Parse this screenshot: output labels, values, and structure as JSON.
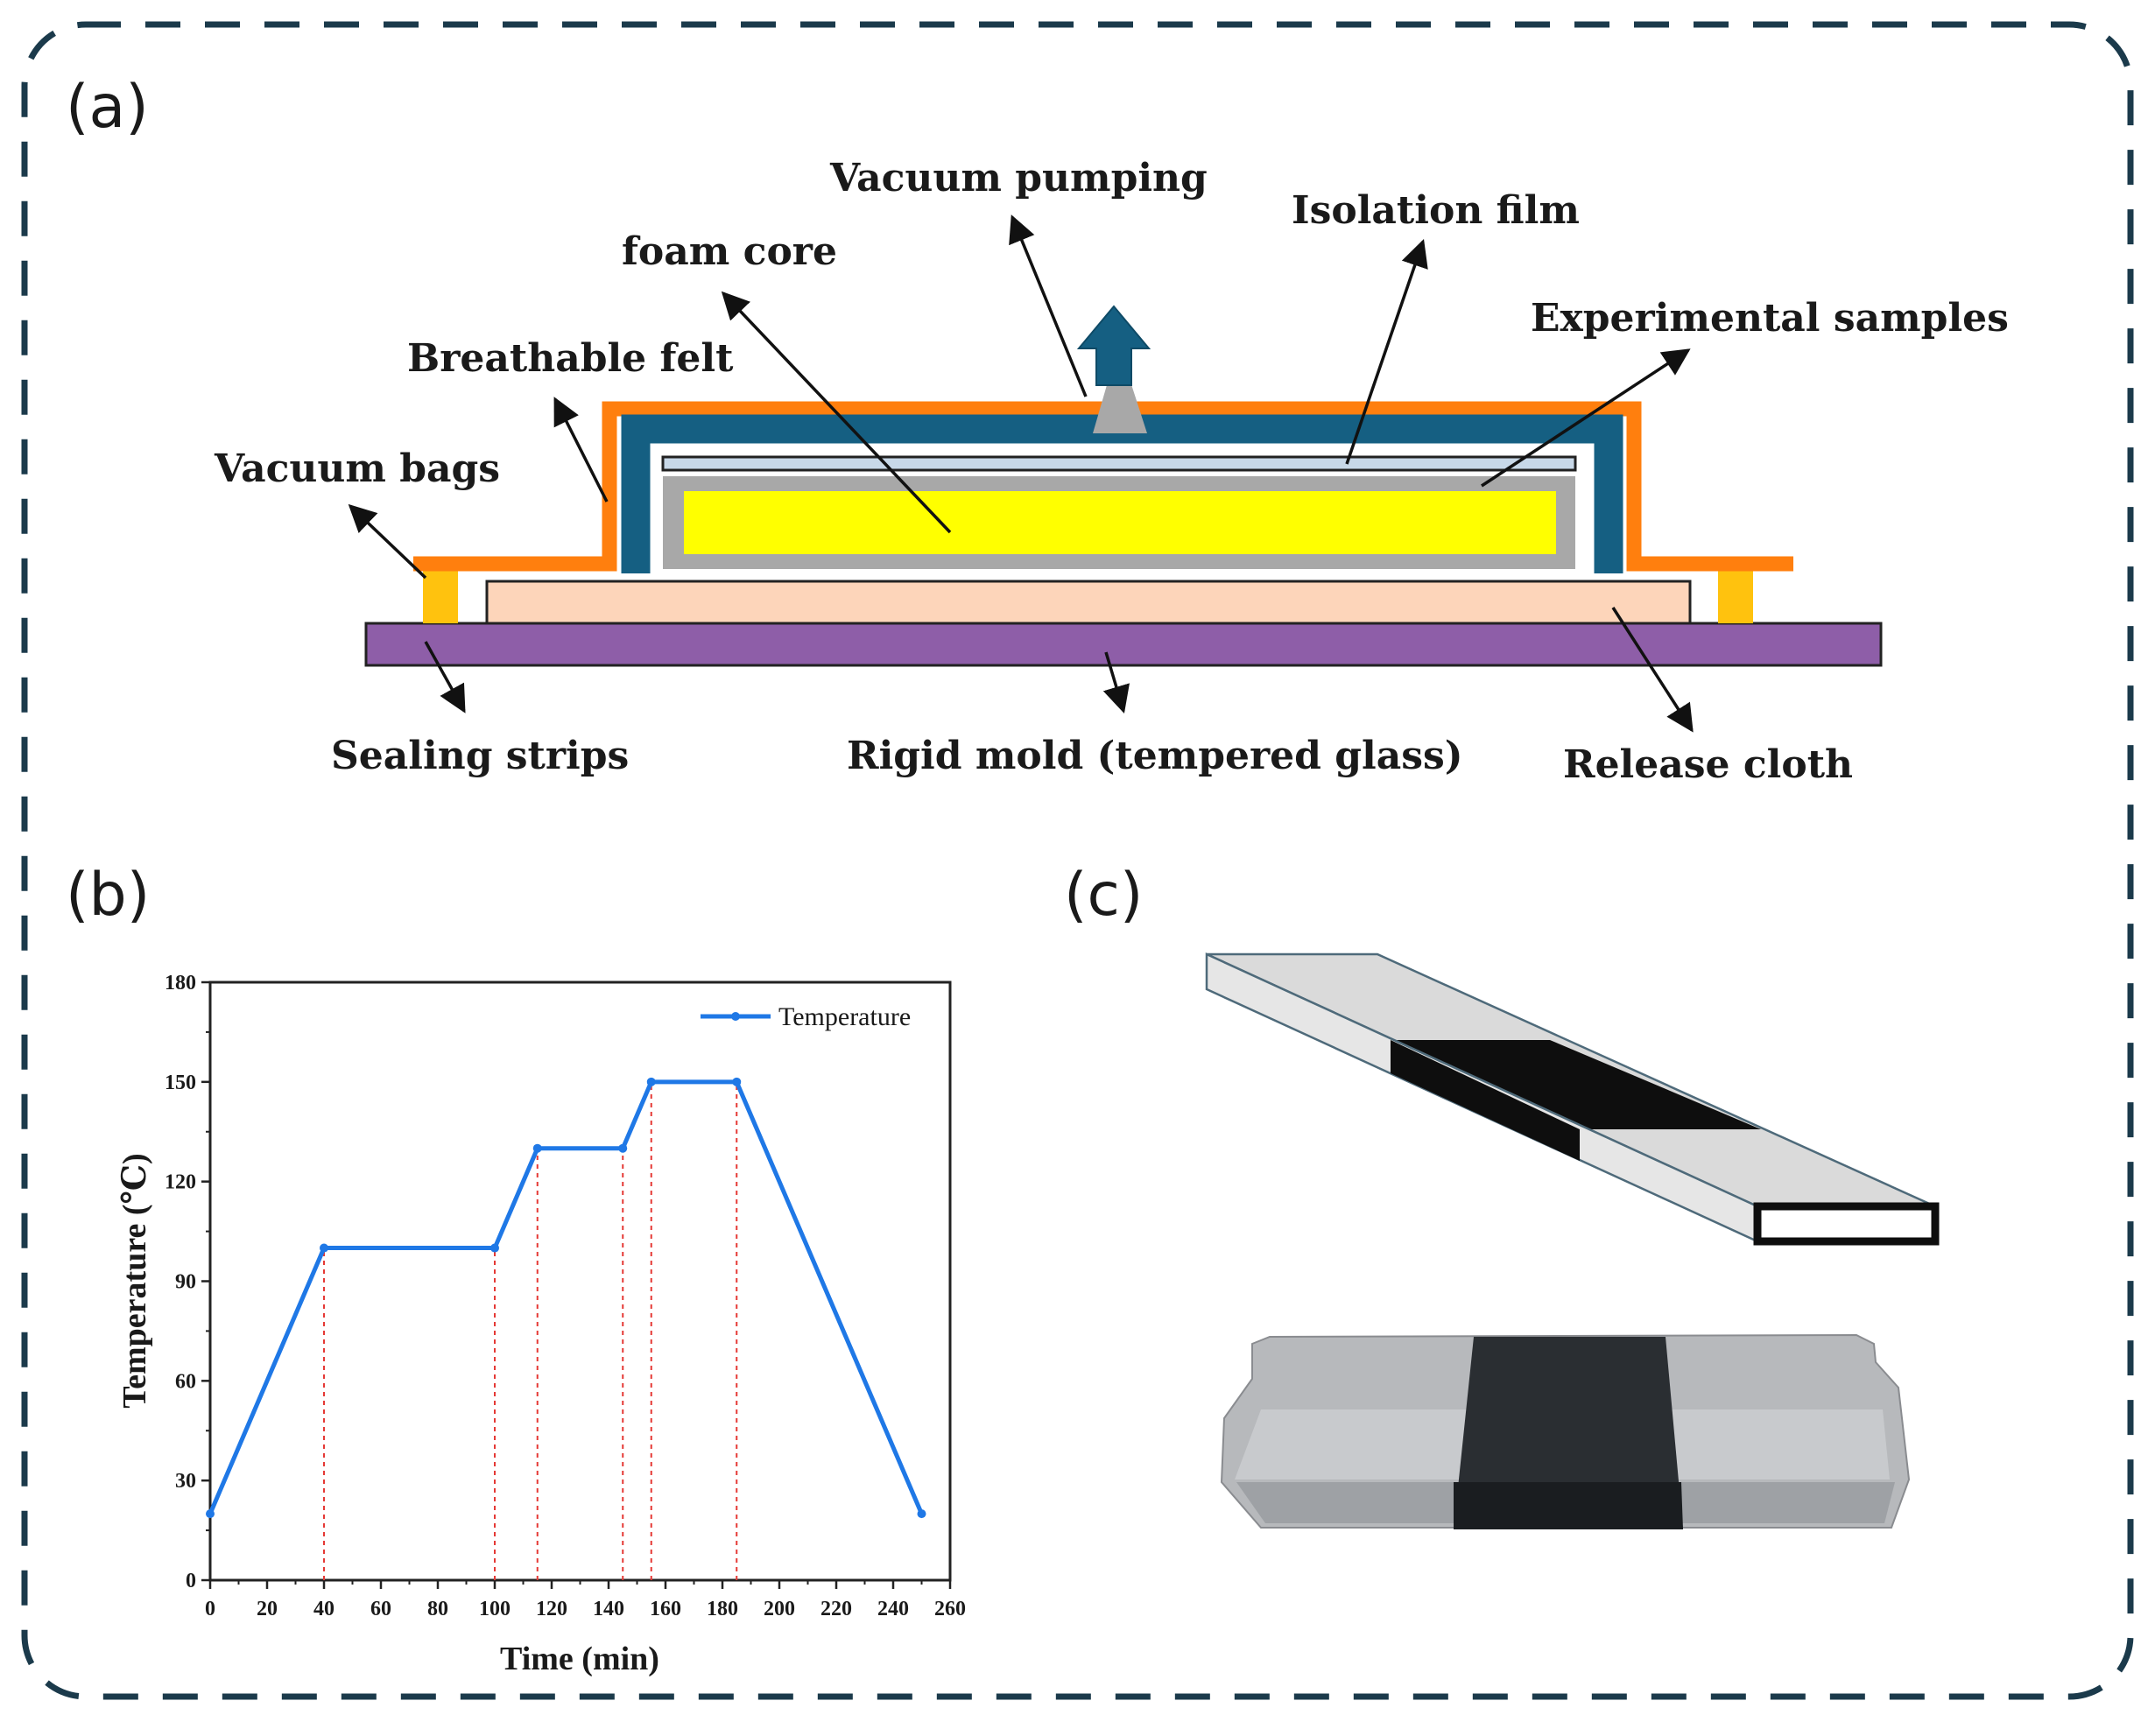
{
  "panels": {
    "a": "(a)",
    "b": "(b)",
    "c": "(c)"
  },
  "diagram": {
    "labels": {
      "vacuum_pumping": "Vacuum pumping",
      "isolation_film": "Isolation film",
      "foam_core": "foam core",
      "experimental_samples": "Experimental samples",
      "breathable_felt": "Breathable felt",
      "vacuum_bags": "Vacuum bags",
      "sealing_strips": "Sealing strips",
      "rigid_mold": "Rigid mold (tempered glass)",
      "release_cloth": "Release cloth"
    },
    "colors": {
      "vacuum_bag": "#FF7F0E",
      "felt": "#155F82",
      "isolation_film": "#C8D8E8",
      "sample_shell": "#A8A8A8",
      "foam_core": "#FFFF00",
      "release_cloth": "#FDD5BA",
      "mold": "#8E5EA8",
      "sealing_strip": "#FFC20E",
      "frame_border": "#1B3A4B"
    },
    "icons": [
      "up-arrow-icon"
    ]
  },
  "chart_data": {
    "type": "line",
    "title": "",
    "xlabel": "Time (min)",
    "ylabel": "Temperature (℃)",
    "xlim": [
      0,
      260
    ],
    "ylim": [
      0,
      180
    ],
    "xticks": [
      0,
      20,
      40,
      60,
      80,
      100,
      120,
      140,
      160,
      180,
      200,
      220,
      240,
      260
    ],
    "yticks": [
      0,
      30,
      60,
      90,
      120,
      150,
      180
    ],
    "legend_position": "top-right",
    "series": [
      {
        "name": "Temperature",
        "color": "#1F78E6",
        "x": [
          0,
          40,
          100,
          115,
          145,
          155,
          185,
          250
        ],
        "y": [
          20,
          100,
          100,
          130,
          130,
          150,
          150,
          20
        ]
      }
    ],
    "guide_lines_x": [
      40,
      100,
      115,
      145,
      155,
      185
    ],
    "guide_line_color": "#E53935"
  }
}
